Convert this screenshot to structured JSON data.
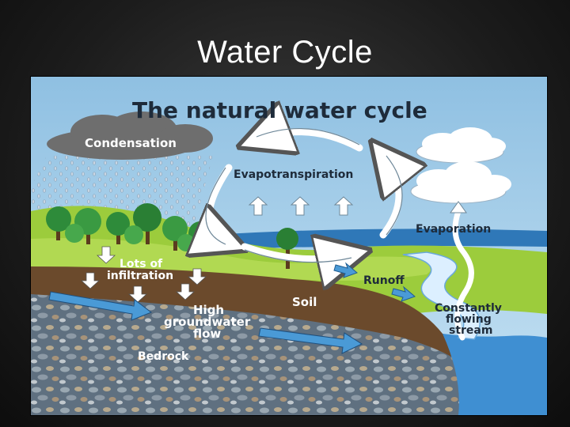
{
  "slide": {
    "title": "Water Cycle"
  },
  "diagram": {
    "heading": "The natural water cycle",
    "labels": {
      "condensation": "Condensation",
      "evapotranspiration": "Evapotranspiration",
      "evaporation": "Evaporation",
      "infiltration_line1": "Lots of",
      "infiltration_line2": "infiltration",
      "runoff": "Runoff",
      "soil": "Soil",
      "groundwater_line1": "High",
      "groundwater_line2": "groundwater",
      "groundwater_line3": "flow",
      "stream_line1": "Constantly",
      "stream_line2": "flowing",
      "stream_line3": "stream",
      "bedrock": "Bedrock"
    },
    "colors": {
      "sky": "#a9cfe8",
      "grass": "#9ccc3c",
      "soil": "#6b4a2c",
      "bedrock": "#5f7080",
      "water": "#3f8fd2",
      "arrow_blue": "#4a9ad6",
      "cloud_dark": "#6e6e6e",
      "tree": "#2e8b3a"
    }
  }
}
